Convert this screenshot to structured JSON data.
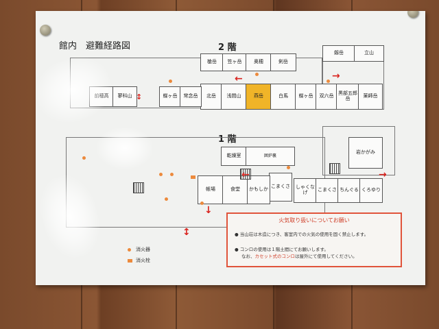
{
  "title": "館内　避難経路図",
  "floor2_label": "2 階",
  "floor1_label": "1 階",
  "floor2_rooms_top": [
    "槍岳",
    "笠ヶ岳",
    "奥穂",
    "剣岳"
  ],
  "floor2_rooms_bottom": [
    "北岳",
    "浅間山",
    "燕岳",
    "白馬",
    "蝶ヶ岳",
    "双六岳",
    "黒部五郎岳",
    "薬師岳"
  ],
  "floor2_rooms_left": [
    "前穂高",
    "蓼科山",
    "蝶ヶ岳",
    "常念岳"
  ],
  "floor2_rooms_right": [
    "劔岳",
    "立山"
  ],
  "floor1_rooms": [
    "囲炉裏",
    "帳場",
    "食堂",
    "かもしか",
    "しゃくなげ",
    "こまくさ",
    "ちんぐる",
    "くろゆり",
    "岩かがみ",
    "乾燥室"
  ],
  "legend": [
    {
      "label": "消火器",
      "shape": "dot",
      "color": "#ec8a3c"
    },
    {
      "label": "消火栓",
      "shape": "square",
      "color": "#ec8a3c"
    }
  ],
  "notice": {
    "title": "火気取り扱いについてお願い",
    "line1": "当山荘は木造につき、客室内での火気の使用を固く禁止します。",
    "line2": "コンロの使用は１階土間にてお願いします。",
    "line3_prefix": "なお、",
    "line3_red": "カセット式のコンロ",
    "line3_suffix": "は屋外にて使用してください。"
  },
  "colors": {
    "highlight_room": "#f0b428",
    "exit_arrow": "#d9231e",
    "notice_border": "#e0533a"
  }
}
